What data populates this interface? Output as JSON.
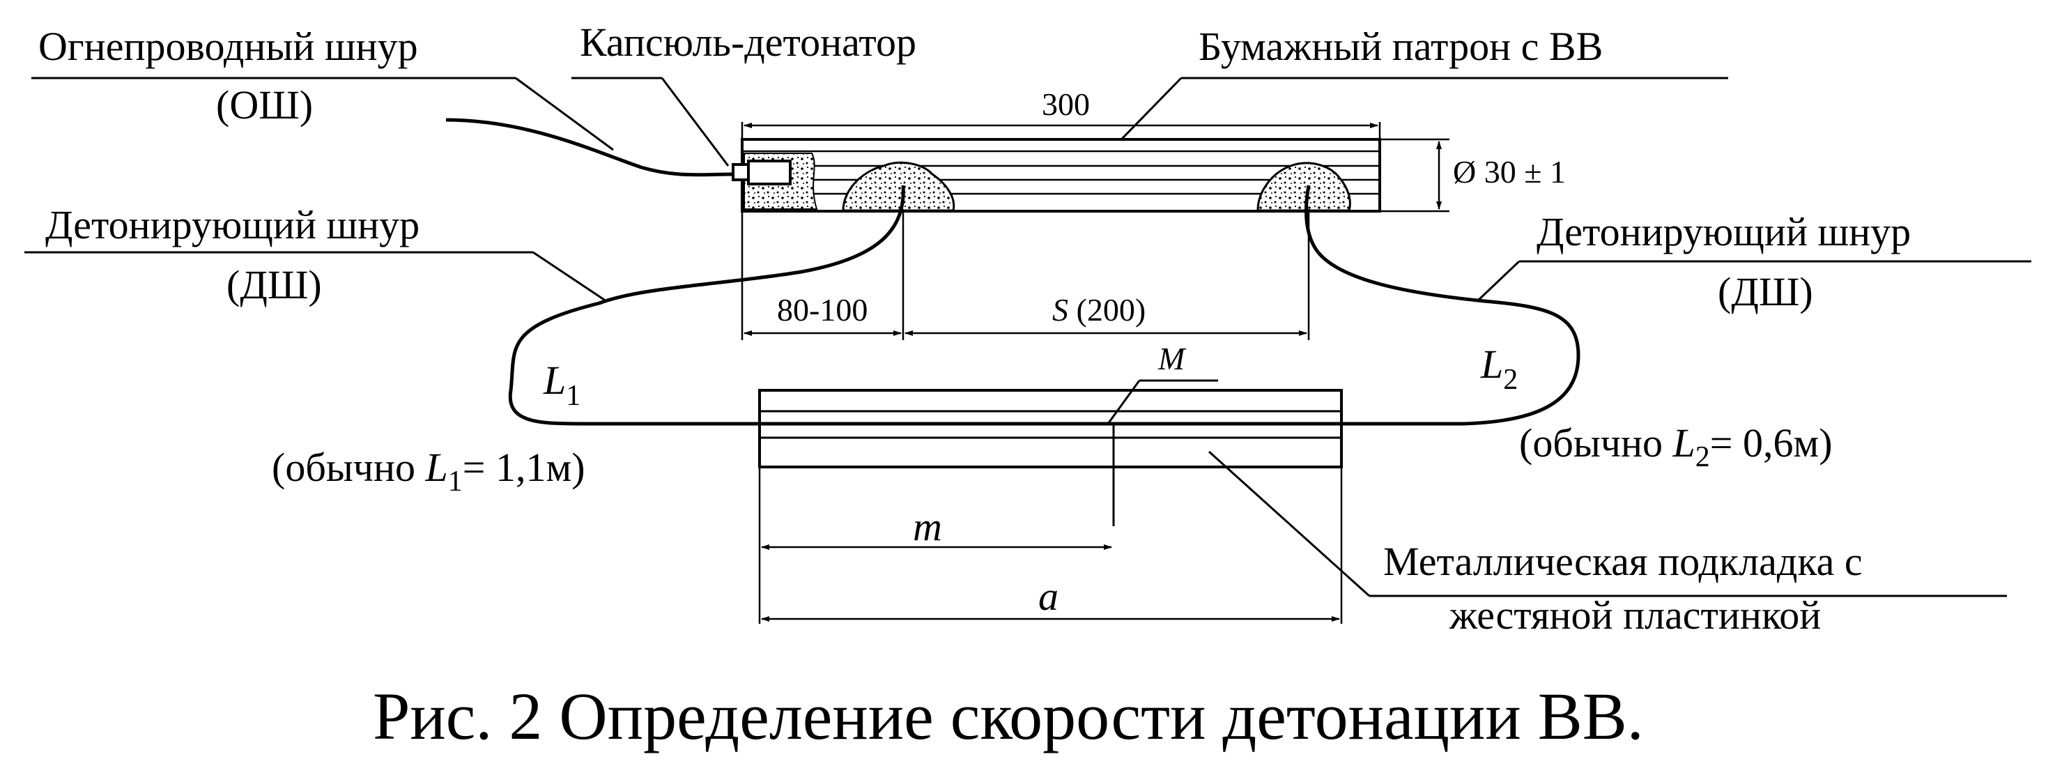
{
  "labels": {
    "fuse_line1": "Огнепроводный шнур",
    "fuse_line2": "(ОШ)",
    "detonator": "Капсюль-детонатор",
    "cartridge": "Бумажный патрон с ВВ",
    "cord_left_line1": "Детонирующий шнур",
    "cord_left_line2": "(ДШ)",
    "cord_right_line1": "Детонирующий шнур",
    "cord_right_line2": "(ДШ)",
    "plate_line1": "Металлическая подкладка с",
    "plate_line2": "жестяной пластинкой"
  },
  "dimensions": {
    "length": "300",
    "diameter": "Ø 30 ± 1",
    "offset": "80-100",
    "spacing_symbol": "S",
    "spacing_value": "(200)"
  },
  "loops": {
    "l1_symbol": "L",
    "l1_sub": "1",
    "l2_symbol": "L",
    "l2_sub": "2",
    "l1_note_prefix": "(обычно ",
    "l1_note_symbol": "L",
    "l1_note_sub": "1",
    "l1_note_suffix": "= 1,1м)",
    "l2_note_prefix": "(обычно ",
    "l2_note_symbol": "L",
    "l2_note_sub": "2",
    "l2_note_suffix": "= 0,6м)"
  },
  "plate": {
    "mark_point": "M",
    "mark_length": "m",
    "total_length": "a"
  },
  "caption": "Рис. 2  Определение скорости детонации ВВ."
}
